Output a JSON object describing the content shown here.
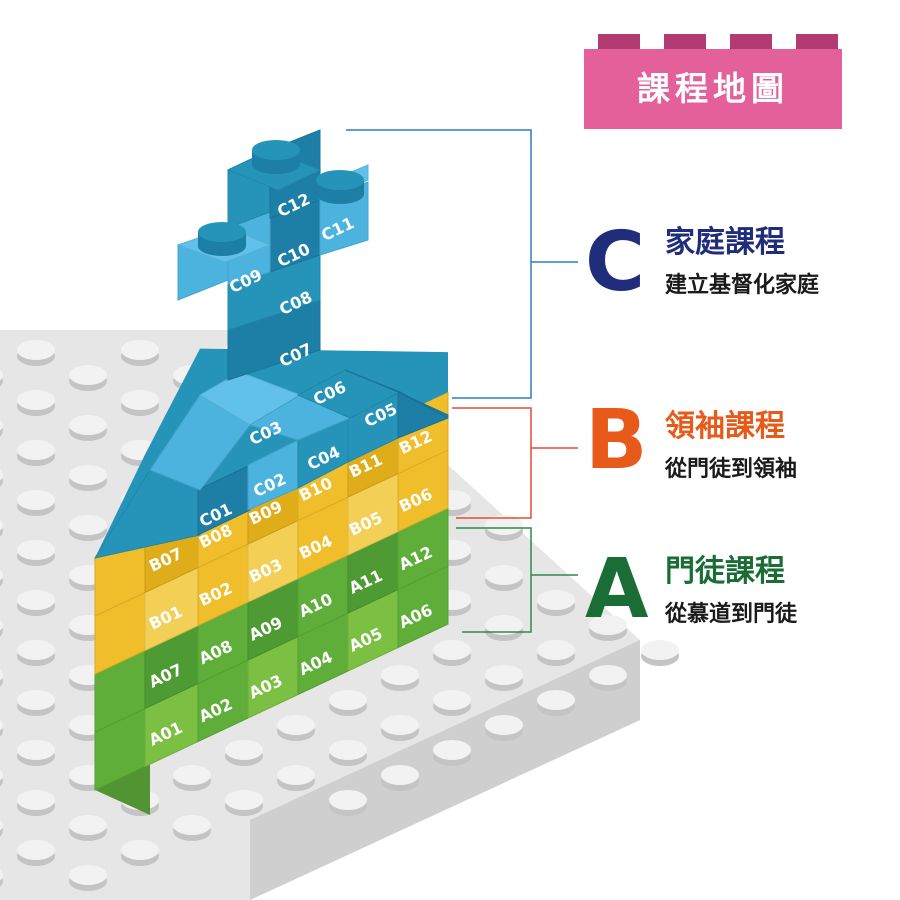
{
  "badge": {
    "title": "課程地圖",
    "color": "#e4609b",
    "stud_color": "#b23b72"
  },
  "courses": [
    {
      "key": "C",
      "letter": "C",
      "title": "家庭課程",
      "subtitle": "建立基督化家庭",
      "color": "#1f2d7a",
      "bracket_color": "#2a7fc4"
    },
    {
      "key": "B",
      "letter": "B",
      "title": "領袖課程",
      "subtitle": "從門徒到領袖",
      "color": "#e85a19",
      "bracket_color": "#e64b3c"
    },
    {
      "key": "A",
      "letter": "A",
      "title": "門徒課程",
      "subtitle": "從慕道到門徒",
      "color": "#1a6e35",
      "bracket_color": "#2f8a4a"
    }
  ],
  "bricks": {
    "A": [
      "A01",
      "A02",
      "A03",
      "A04",
      "A05",
      "A06",
      "A07",
      "A08",
      "A09",
      "A10",
      "A11",
      "A12"
    ],
    "B": [
      "B01",
      "B02",
      "B03",
      "B04",
      "B05",
      "B06",
      "B07",
      "B08",
      "B09",
      "B10",
      "B11",
      "B12"
    ],
    "C": [
      "C01",
      "C02",
      "C03",
      "C04",
      "C05",
      "C06",
      "C07",
      "C08",
      "C09",
      "C10",
      "C11",
      "C12"
    ]
  },
  "colors": {
    "a_dark": "#4f9b33",
    "a_mid": "#5fae3a",
    "a_light": "#7cc043",
    "b_dark": "#e0ad1a",
    "b_mid": "#efbe2a",
    "b_light": "#f4cf56",
    "c_dark": "#1d7ea6",
    "c_mid": "#2694b8",
    "c_light": "#4bb3dd",
    "c_pale": "#62c1ea",
    "plate_top": "#e6e6e6",
    "plate_side": "#cfcfcf",
    "plate_stud": "#f2f2f2",
    "plate_stud_shadow": "#c4c4c4"
  }
}
